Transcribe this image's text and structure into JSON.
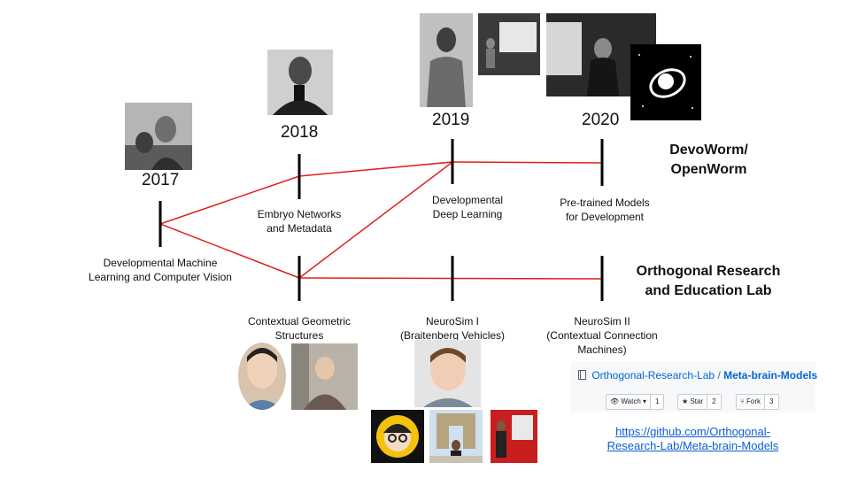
{
  "timeline": {
    "years": [
      "2017",
      "2018",
      "2019",
      "2020"
    ],
    "top_labels": {
      "y2018": [
        "Embryo Networks",
        "and Metadata"
      ],
      "y2019": [
        "Developmental",
        "Deep Learning"
      ],
      "y2020": [
        "Pre-trained Models",
        "for Development"
      ]
    },
    "root_label": [
      "Developmental Machine",
      "Learning and Computer Vision"
    ],
    "bottom_labels": {
      "y2018": [
        "Contextual Geometric",
        "Structures"
      ],
      "y2019": [
        "NeuroSim I",
        "(Braitenberg Vehicles)"
      ],
      "y2020": [
        "NeuroSim II",
        "(Contextual Connection",
        "Machines)"
      ]
    }
  },
  "groups": {
    "devoworm": [
      "DevoWorm/",
      "OpenWorm"
    ],
    "orthogonal": [
      "Orthogonal Research",
      "and Education Lab"
    ]
  },
  "github": {
    "owner": "Orthogonal-Research-Lab",
    "separator": "/",
    "repo": "Meta-brain-Models",
    "watch_label": "Watch",
    "watch_count": "1",
    "star_label": "Star",
    "star_count": "2",
    "fork_label": "Fork",
    "fork_count": "3"
  },
  "link": {
    "line1": "https://github.com/Orthogonal-",
    "line2": "Research-Lab/Meta-brain-Models"
  },
  "colors": {
    "connector": "#e0201a",
    "tick": "#000000",
    "link": "#0b5ed7"
  }
}
